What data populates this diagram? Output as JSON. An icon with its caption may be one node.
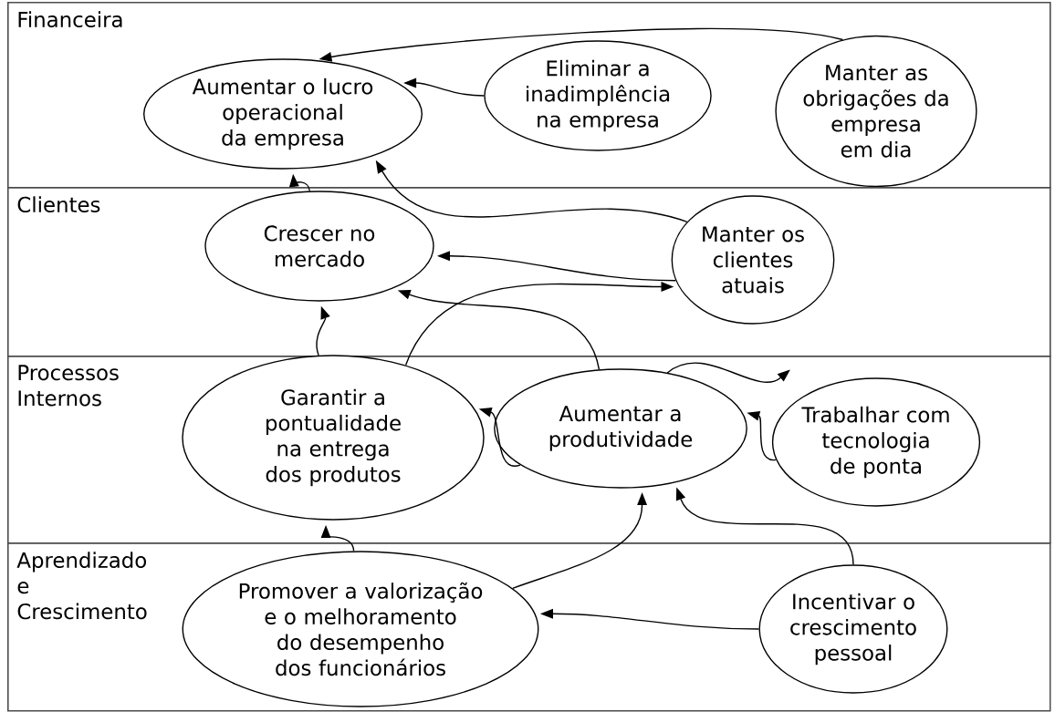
{
  "diagram": {
    "nodes": [
      {
        "text": [
          "Financeira"
        ]
      },
      {
        "text": [
          "Aumentar o lucro operacional da empresa"
        ],
        "in": 0
      },
      {
        "text": [
          "Eliminar a inadimplência na empresa"
        ],
        "in": 0
      },
      {
        "text": [
          "Manter as obrigações da empresa em dia"
        ],
        "in": 0
      },
      {
        "text": [
          "Clientes"
        ]
      },
      {
        "text": [
          "Crescer no mercado"
        ],
        "in": 4
      },
      {
        "text": [
          "Manter os clientes atuais"
        ],
        "in": 4
      },
      {
        "text": [
          "Processos Internos"
        ]
      },
      {
        "text": [
          "Garantir a pontualidade na entrega dos produtos"
        ],
        "in": 7
      },
      {
        "text": [
          "Aumentar a produtividade"
        ],
        "in": 7
      },
      {
        "text": [
          "Trabalhar com tecnologia de ponta"
        ],
        "in": 7
      },
      {
        "text": [
          "Aprendizado e Crescimento"
        ]
      },
      {
        "text": [
          "Promover a valorização e o melhoramento do desempenho dos funcionários"
        ],
        "in": 11
      },
      {
        "text": [
          "Incentivar o crescimento pessoal"
        ],
        "in": 11
      }
    ],
    "edges": [
      {
        "from": 3,
        "to": 1,
        "arrow": "to"
      },
      {
        "from": 2,
        "to": 1,
        "arrow": "to"
      },
      {
        "from": 6,
        "to": 1,
        "arrow": "to"
      },
      {
        "from": 5,
        "to": 1,
        "arrow": "to"
      },
      {
        "from": 6,
        "to": 5,
        "arrow": "to"
      },
      {
        "from": 8,
        "to": 6,
        "arrow": "to"
      },
      {
        "from": 8,
        "to": 5,
        "arrow": "to"
      },
      {
        "from": 9,
        "to": 5,
        "arrow": "to"
      },
      {
        "from": 9,
        "to": null,
        "arrow": "to"
      },
      {
        "from": 9,
        "to": 8,
        "arrow": "to"
      },
      {
        "from": 10,
        "to": 9,
        "arrow": "to"
      },
      {
        "from": 12,
        "to": 8,
        "arrow": "to"
      },
      {
        "from": 12,
        "to": 9,
        "arrow": "to"
      },
      {
        "from": 13,
        "to": 9,
        "arrow": "to"
      },
      {
        "from": 13,
        "to": 12,
        "arrow": "to"
      }
    ]
  }
}
